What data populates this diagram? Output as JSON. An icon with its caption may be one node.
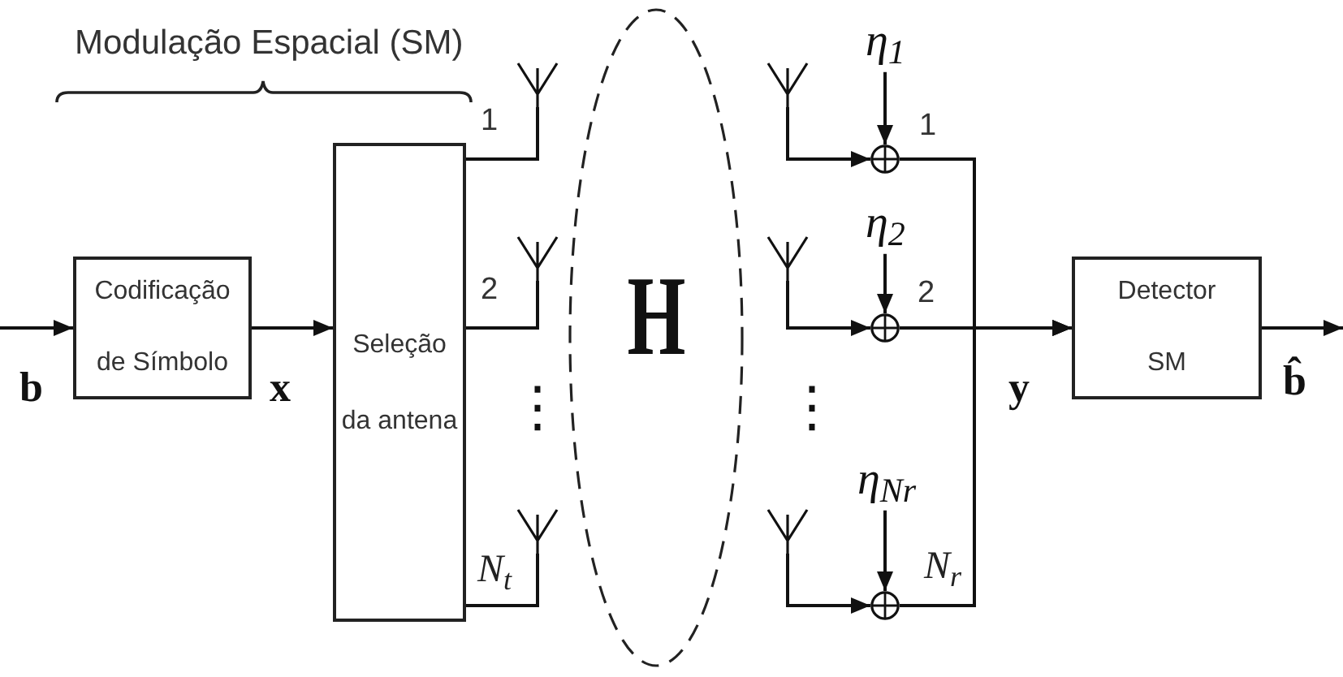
{
  "diagram": {
    "nodes": [
      {
        "text": [
          "Codificação de Símbolo"
        ]
      },
      {
        "text": [
          "Seleção da antena"
        ]
      },
      {
        "text": [],
        "shape": "antenna",
        "beside": [
          "1"
        ]
      },
      {
        "text": [],
        "shape": "antenna",
        "beside": [
          "2"
        ]
      },
      {
        "text": [],
        "shape": "antenna",
        "beside": [
          "N$_{t}$"
        ]
      },
      {
        "text": [
          "H"
        ]
      },
      {
        "text": [],
        "shape": "antenna"
      },
      {
        "text": [],
        "shape": "antenna"
      },
      {
        "text": [],
        "shape": "antenna"
      },
      {
        "text": [
          "η$_{1}$"
        ]
      },
      {
        "text": [],
        "shape": "circle",
        "beside": [
          "1"
        ]
      },
      {
        "text": [
          "η$_{2}$"
        ]
      },
      {
        "text": [],
        "shape": "circle",
        "beside": [
          "2"
        ]
      },
      {
        "text": [
          "η$_{Nr}$"
        ]
      },
      {
        "text": [],
        "shape": "circle",
        "beside": [
          "N$_{r}$"
        ]
      },
      {
        "text": [
          "Detector SM"
        ]
      }
    ],
    "edges": [
      {
        "from": null,
        "to": 0,
        "arrow": "to",
        "label": "b"
      },
      {
        "from": 0,
        "to": 1,
        "arrow": "to",
        "label": "x"
      },
      {
        "from": 1,
        "to": 2,
        "arrow": "none"
      },
      {
        "from": 1,
        "to": 3,
        "arrow": "none"
      },
      {
        "from": 1,
        "to": 4,
        "arrow": "none"
      },
      {
        "from": 6,
        "to": 10,
        "arrow": "to"
      },
      {
        "from": 7,
        "to": 12,
        "arrow": "to"
      },
      {
        "from": 8,
        "to": 14,
        "arrow": "to"
      },
      {
        "from": 9,
        "to": 10,
        "arrow": "to"
      },
      {
        "from": 11,
        "to": 12,
        "arrow": "to"
      },
      {
        "from": 13,
        "to": 14,
        "arrow": "to"
      },
      {
        "from": 10,
        "to": 15,
        "arrow": "to"
      },
      {
        "from": 12,
        "to": 15,
        "arrow": "to",
        "label": "y"
      },
      {
        "from": 14,
        "to": 15,
        "arrow": "to"
      },
      {
        "from": 15,
        "to": null,
        "arrow": "to",
        "label": "b̂"
      }
    ],
    "labels": [
      "Modulação Espacial (SM)",
      "⋮",
      "⋮"
    ]
  }
}
